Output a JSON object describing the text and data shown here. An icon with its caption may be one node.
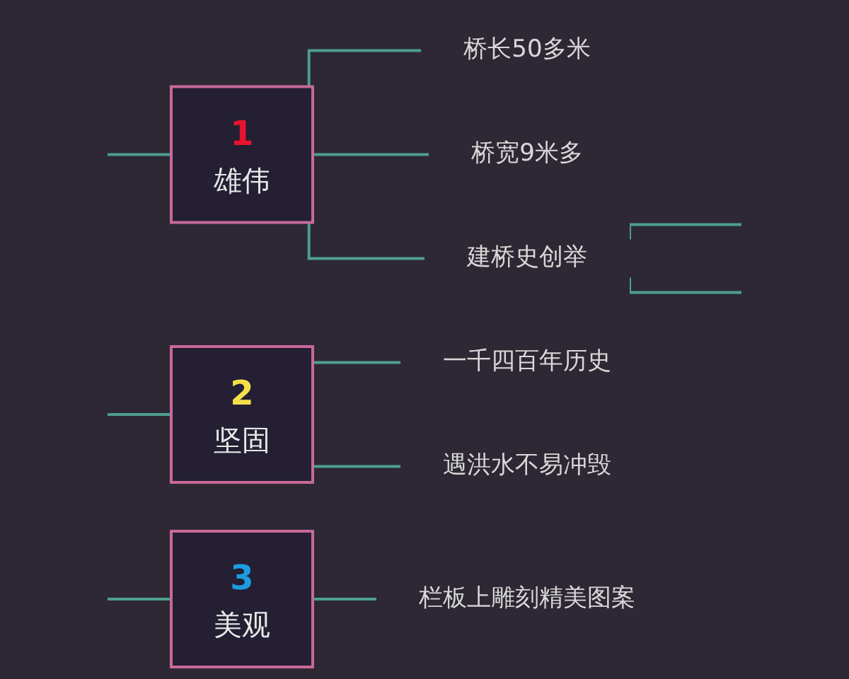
{
  "diagram": {
    "nodes": [
      {
        "text": [
          "1",
          "雄伟"
        ]
      },
      {
        "text": [
          "桥长50多米"
        ]
      },
      {
        "text": [
          "桥宽9米多"
        ]
      },
      {
        "text": [
          "建桥史创举"
        ]
      },
      {
        "text": [
          "2",
          "坚固"
        ]
      },
      {
        "text": [
          "一千四百年历史"
        ]
      },
      {
        "text": [
          "遇洪水不易冲毁"
        ]
      },
      {
        "text": [
          "3",
          "美观"
        ]
      },
      {
        "text": [
          "栏板上雕刻精美图案"
        ]
      }
    ],
    "edges": [
      {
        "from": null,
        "to": 0,
        "arrow": "none"
      },
      {
        "from": null,
        "to": 4,
        "arrow": "none"
      },
      {
        "from": null,
        "to": 7,
        "arrow": "none"
      },
      {
        "from": 0,
        "to": 1,
        "arrow": "none"
      },
      {
        "from": 0,
        "to": 2,
        "arrow": "none"
      },
      {
        "from": 0,
        "to": 3,
        "arrow": "none"
      },
      {
        "from": 3,
        "to": null,
        "arrow": "none"
      },
      {
        "from": 3,
        "to": null,
        "arrow": "none"
      },
      {
        "from": 4,
        "to": 5,
        "arrow": "none"
      },
      {
        "from": 4,
        "to": 6,
        "arrow": "none"
      },
      {
        "from": 7,
        "to": 8,
        "arrow": "none"
      }
    ]
  }
}
